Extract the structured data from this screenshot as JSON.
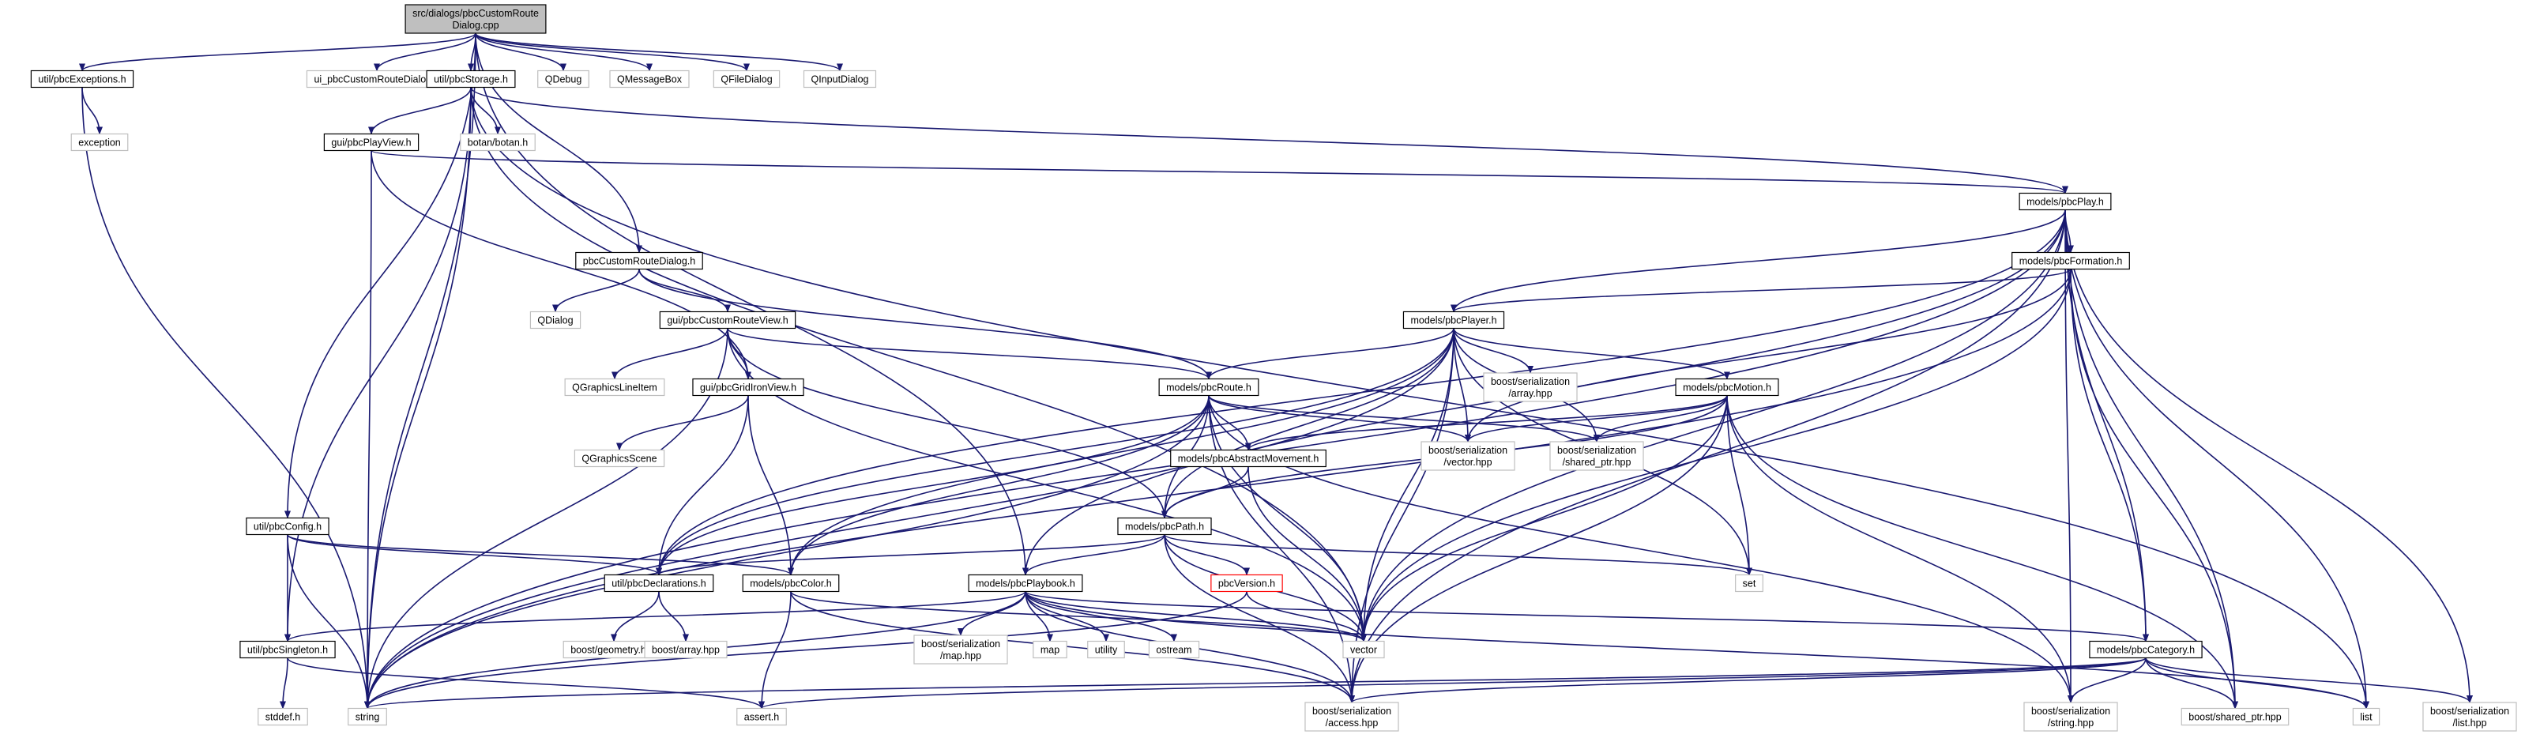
{
  "colors": {
    "edge": "#191970",
    "root_fill": "#bfbfbf",
    "internal_stroke": "#000000",
    "external_stroke": "#bfbfbf",
    "highlight_stroke": "#ff0000",
    "text": "#000000"
  },
  "nodes": [
    {
      "id": "root",
      "lines": [
        "src/dialogs/pbcCustomRoute",
        "Dialog.cpp"
      ],
      "kind": "root"
    },
    {
      "id": "exceptions",
      "lines": [
        "util/pbcExceptions.h"
      ],
      "kind": "internal"
    },
    {
      "id": "ui",
      "lines": [
        "ui_pbcCustomRouteDialog.h"
      ],
      "kind": "external"
    },
    {
      "id": "storage",
      "lines": [
        "util/pbcStorage.h"
      ],
      "kind": "internal"
    },
    {
      "id": "qdebug",
      "lines": [
        "QDebug"
      ],
      "kind": "external"
    },
    {
      "id": "qmessagebox",
      "lines": [
        "QMessageBox"
      ],
      "kind": "external"
    },
    {
      "id": "qfiledialog",
      "lines": [
        "QFileDialog"
      ],
      "kind": "external"
    },
    {
      "id": "qinputdialog",
      "lines": [
        "QInputDialog"
      ],
      "kind": "external"
    },
    {
      "id": "exception",
      "lines": [
        "exception"
      ],
      "kind": "external"
    },
    {
      "id": "playview",
      "lines": [
        "gui/pbcPlayView.h"
      ],
      "kind": "internal"
    },
    {
      "id": "botan",
      "lines": [
        "botan/botan.h"
      ],
      "kind": "external"
    },
    {
      "id": "play",
      "lines": [
        "models/pbcPlay.h"
      ],
      "kind": "internal"
    },
    {
      "id": "crdialog",
      "lines": [
        "pbcCustomRouteDialog.h"
      ],
      "kind": "internal"
    },
    {
      "id": "formation",
      "lines": [
        "models/pbcFormation.h"
      ],
      "kind": "internal"
    },
    {
      "id": "qdialog",
      "lines": [
        "QDialog"
      ],
      "kind": "external"
    },
    {
      "id": "crview",
      "lines": [
        "gui/pbcCustomRouteView.h"
      ],
      "kind": "internal"
    },
    {
      "id": "player",
      "lines": [
        "models/pbcPlayer.h"
      ],
      "kind": "internal"
    },
    {
      "id": "qgline",
      "lines": [
        "QGraphicsLineItem"
      ],
      "kind": "external"
    },
    {
      "id": "gridiron",
      "lines": [
        "gui/pbcGridIronView.h"
      ],
      "kind": "internal"
    },
    {
      "id": "route",
      "lines": [
        "models/pbcRoute.h"
      ],
      "kind": "internal"
    },
    {
      "id": "bsarray",
      "lines": [
        "boost/serialization",
        "/array.hpp"
      ],
      "kind": "external"
    },
    {
      "id": "motion",
      "lines": [
        "models/pbcMotion.h"
      ],
      "kind": "internal"
    },
    {
      "id": "qgscene",
      "lines": [
        "QGraphicsScene"
      ],
      "kind": "external"
    },
    {
      "id": "absmove",
      "lines": [
        "models/pbcAbstractMovement.h"
      ],
      "kind": "internal"
    },
    {
      "id": "bsvector",
      "lines": [
        "boost/serialization",
        "/vector.hpp"
      ],
      "kind": "external"
    },
    {
      "id": "bsshared",
      "lines": [
        "boost/serialization",
        "/shared_ptr.hpp"
      ],
      "kind": "external"
    },
    {
      "id": "config",
      "lines": [
        "util/pbcConfig.h"
      ],
      "kind": "internal"
    },
    {
      "id": "path",
      "lines": [
        "models/pbcPath.h"
      ],
      "kind": "internal"
    },
    {
      "id": "declarations",
      "lines": [
        "util/pbcDeclarations.h"
      ],
      "kind": "internal"
    },
    {
      "id": "color",
      "lines": [
        "models/pbcColor.h"
      ],
      "kind": "internal"
    },
    {
      "id": "playbook",
      "lines": [
        "models/pbcPlaybook.h"
      ],
      "kind": "internal"
    },
    {
      "id": "version",
      "lines": [
        "pbcVersion.h"
      ],
      "kind": "highlight"
    },
    {
      "id": "set",
      "lines": [
        "set"
      ],
      "kind": "external"
    },
    {
      "id": "singleton",
      "lines": [
        "util/pbcSingleton.h"
      ],
      "kind": "internal"
    },
    {
      "id": "bgeometry",
      "lines": [
        "boost/geometry.hpp"
      ],
      "kind": "external"
    },
    {
      "id": "barray",
      "lines": [
        "boost/array.hpp"
      ],
      "kind": "external"
    },
    {
      "id": "bsmap",
      "lines": [
        "boost/serialization",
        "/map.hpp"
      ],
      "kind": "external"
    },
    {
      "id": "map",
      "lines": [
        "map"
      ],
      "kind": "external"
    },
    {
      "id": "utility",
      "lines": [
        "utility"
      ],
      "kind": "external"
    },
    {
      "id": "ostream",
      "lines": [
        "ostream"
      ],
      "kind": "external"
    },
    {
      "id": "vector",
      "lines": [
        "vector"
      ],
      "kind": "external"
    },
    {
      "id": "category",
      "lines": [
        "models/pbcCategory.h"
      ],
      "kind": "internal"
    },
    {
      "id": "stddef",
      "lines": [
        "stddef.h"
      ],
      "kind": "external"
    },
    {
      "id": "string",
      "lines": [
        "string"
      ],
      "kind": "external"
    },
    {
      "id": "assert",
      "lines": [
        "assert.h"
      ],
      "kind": "external"
    },
    {
      "id": "bsaccess",
      "lines": [
        "boost/serialization",
        "/access.hpp"
      ],
      "kind": "external"
    },
    {
      "id": "bsstring",
      "lines": [
        "boost/serialization",
        "/string.hpp"
      ],
      "kind": "external"
    },
    {
      "id": "bshared",
      "lines": [
        "boost/shared_ptr.hpp"
      ],
      "kind": "external"
    },
    {
      "id": "list",
      "lines": [
        "list"
      ],
      "kind": "external"
    },
    {
      "id": "bslist",
      "lines": [
        "boost/serialization",
        "/list.hpp"
      ],
      "kind": "external"
    }
  ],
  "edges": [
    [
      "root",
      "exceptions"
    ],
    [
      "root",
      "ui"
    ],
    [
      "root",
      "storage"
    ],
    [
      "root",
      "qdebug"
    ],
    [
      "root",
      "qmessagebox"
    ],
    [
      "root",
      "qfiledialog"
    ],
    [
      "root",
      "qinputdialog"
    ],
    [
      "root",
      "crdialog"
    ],
    [
      "root",
      "config"
    ],
    [
      "root",
      "string"
    ],
    [
      "root",
      "playbook"
    ],
    [
      "exceptions",
      "exception"
    ],
    [
      "exceptions",
      "string"
    ],
    [
      "storage",
      "playview"
    ],
    [
      "storage",
      "botan"
    ],
    [
      "storage",
      "play"
    ],
    [
      "storage",
      "singleton"
    ],
    [
      "storage",
      "string"
    ],
    [
      "storage",
      "list"
    ],
    [
      "storage",
      "vector"
    ],
    [
      "playview",
      "play"
    ],
    [
      "playview",
      "gridiron"
    ],
    [
      "playview",
      "string"
    ],
    [
      "play",
      "formation"
    ],
    [
      "play",
      "player"
    ],
    [
      "play",
      "playbook"
    ],
    [
      "play",
      "category"
    ],
    [
      "play",
      "declarations"
    ],
    [
      "play",
      "bsaccess"
    ],
    [
      "play",
      "bsstring"
    ],
    [
      "play",
      "bshared"
    ],
    [
      "play",
      "list"
    ],
    [
      "play",
      "bslist"
    ],
    [
      "play",
      "string"
    ],
    [
      "play",
      "vector"
    ],
    [
      "crdialog",
      "qdialog"
    ],
    [
      "crdialog",
      "crview"
    ],
    [
      "crdialog",
      "route"
    ],
    [
      "formation",
      "player"
    ],
    [
      "formation",
      "category"
    ],
    [
      "formation",
      "bsvector"
    ],
    [
      "formation",
      "bshared"
    ],
    [
      "formation",
      "vector"
    ],
    [
      "formation",
      "string"
    ],
    [
      "crview",
      "qgline"
    ],
    [
      "crview",
      "gridiron"
    ],
    [
      "crview",
      "route"
    ],
    [
      "crview",
      "path"
    ],
    [
      "crview",
      "vector"
    ],
    [
      "crview",
      "string"
    ],
    [
      "player",
      "route"
    ],
    [
      "player",
      "motion"
    ],
    [
      "player",
      "bsarray"
    ],
    [
      "player",
      "bsvector"
    ],
    [
      "player",
      "bsshared"
    ],
    [
      "player",
      "color"
    ],
    [
      "player",
      "path"
    ],
    [
      "player",
      "declarations"
    ],
    [
      "player",
      "set"
    ],
    [
      "player",
      "vector"
    ],
    [
      "player",
      "bsaccess"
    ],
    [
      "player",
      "string"
    ],
    [
      "gridiron",
      "qgscene"
    ],
    [
      "gridiron",
      "declarations"
    ],
    [
      "gridiron",
      "color"
    ],
    [
      "route",
      "absmove"
    ],
    [
      "route",
      "path"
    ],
    [
      "route",
      "bsvector"
    ],
    [
      "route",
      "bsshared"
    ],
    [
      "route",
      "declarations"
    ],
    [
      "route",
      "vector"
    ],
    [
      "route",
      "bsaccess"
    ],
    [
      "route",
      "bsstring"
    ],
    [
      "route",
      "string"
    ],
    [
      "route",
      "color"
    ],
    [
      "motion",
      "absmove"
    ],
    [
      "motion",
      "path"
    ],
    [
      "motion",
      "bsvector"
    ],
    [
      "motion",
      "bsshared"
    ],
    [
      "motion",
      "set"
    ],
    [
      "motion",
      "vector"
    ],
    [
      "motion",
      "bsaccess"
    ],
    [
      "motion",
      "bsstring"
    ],
    [
      "motion",
      "bshared"
    ],
    [
      "absmove",
      "path"
    ],
    [
      "absmove",
      "vector"
    ],
    [
      "config",
      "singleton"
    ],
    [
      "config",
      "declarations"
    ],
    [
      "config",
      "color"
    ],
    [
      "config",
      "string"
    ],
    [
      "path",
      "declarations"
    ],
    [
      "path",
      "playbook"
    ],
    [
      "path",
      "version"
    ],
    [
      "path",
      "set"
    ],
    [
      "path",
      "vector"
    ],
    [
      "path",
      "bsaccess"
    ],
    [
      "declarations",
      "bgeometry"
    ],
    [
      "declarations",
      "barray"
    ],
    [
      "color",
      "assert"
    ],
    [
      "color",
      "bsaccess"
    ],
    [
      "color",
      "vector"
    ],
    [
      "playbook",
      "singleton"
    ],
    [
      "playbook",
      "bsmap"
    ],
    [
      "playbook",
      "map"
    ],
    [
      "playbook",
      "utility"
    ],
    [
      "playbook",
      "ostream"
    ],
    [
      "playbook",
      "vector"
    ],
    [
      "playbook",
      "category"
    ],
    [
      "playbook",
      "bsaccess"
    ],
    [
      "playbook",
      "string"
    ],
    [
      "playbook",
      "list"
    ],
    [
      "version",
      "vector"
    ],
    [
      "version",
      "string"
    ],
    [
      "singleton",
      "stddef"
    ],
    [
      "singleton",
      "assert"
    ],
    [
      "category",
      "string"
    ],
    [
      "category",
      "bsaccess"
    ],
    [
      "category",
      "bsstring"
    ],
    [
      "category",
      "bshared"
    ],
    [
      "category",
      "list"
    ],
    [
      "category",
      "bslist"
    ],
    [
      "category",
      "assert"
    ]
  ]
}
